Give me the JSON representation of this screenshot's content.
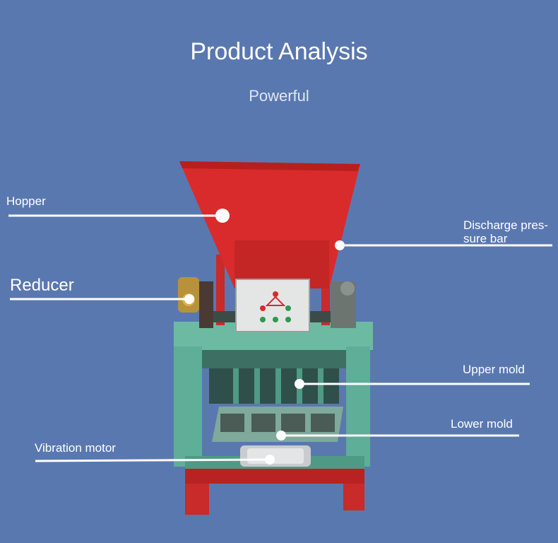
{
  "header": {
    "title": "Product Analysis",
    "subtitle": "Powerful"
  },
  "labels": {
    "hopper": "Hopper",
    "reducer": "Reducer",
    "discharge_line1": "Discharge pres-",
    "discharge_line2": "sure bar",
    "upper_mold": "Upper mold",
    "lower_mold": "Lower mold",
    "vibration_motor": "Vibration motor"
  },
  "colors": {
    "background": "#5a78b0",
    "hopper_red": "#d92b2b",
    "frame_green": "#5fae97",
    "leader_line": "#ffffff"
  }
}
